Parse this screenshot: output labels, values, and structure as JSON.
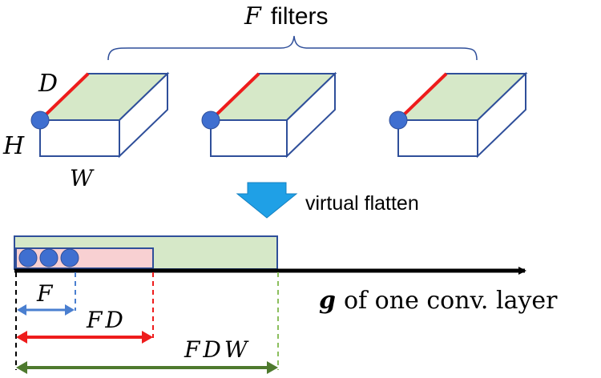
{
  "title": {
    "var": "F",
    "word": "filters"
  },
  "dims": {
    "depth": "D",
    "height": "H",
    "width": "W"
  },
  "arrow_label": "virtual flatten",
  "axis_label": {
    "var": "g",
    "text": "of one conv. layer"
  },
  "measures": {
    "f": "F",
    "fd": "FD",
    "fdw": "FDW"
  },
  "filters_count": 3,
  "colors": {
    "outline": "#2f4f9a",
    "top_face": "#d6e8c8",
    "red_edge": "#ee1c1c",
    "dot": "#3f6fd0",
    "down_arrow": "#1fa0e6",
    "pink": "#f8d0d2",
    "green_line": "#4e7a2e",
    "green_dash": "#8cbf5e",
    "blue_dim": "#4a7fd0"
  },
  "icons": {
    "flatten_arrow": "down-arrow-icon"
  }
}
